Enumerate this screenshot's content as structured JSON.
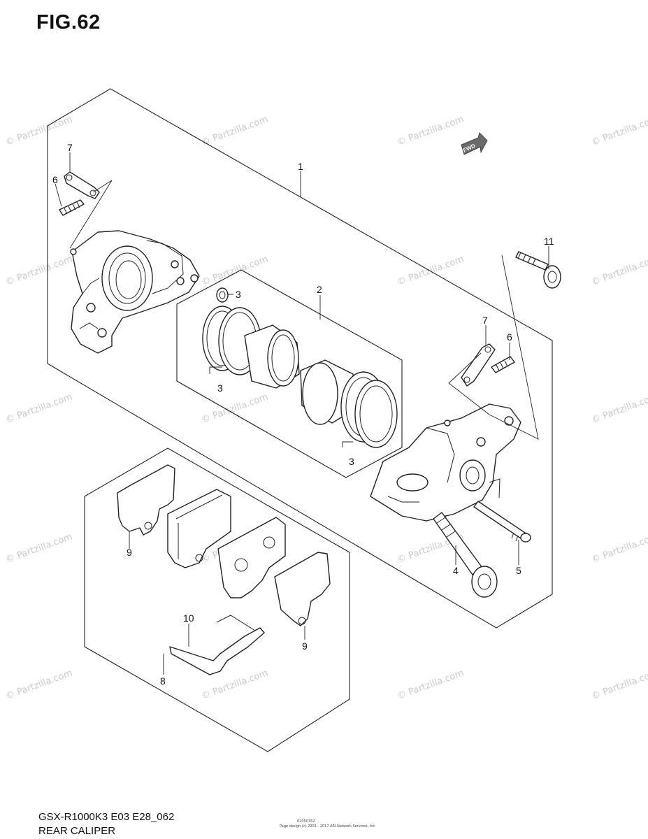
{
  "figure": {
    "title": "FIG.62",
    "model_code": "GSX-R1000K3 E03 E28_062",
    "section_name": "REAR CALIPER",
    "fwd_label": "FWD",
    "small_print_1": "62050762",
    "small_print_2": "Page design (c) 2001 - 2017 ARI Network Services, Inc."
  },
  "watermark": {
    "text": "© Partzilla.com"
  },
  "callouts": {
    "c1": "1",
    "c2": "2",
    "c3a": "3",
    "c3b": "3",
    "c3c": "3",
    "c4": "4",
    "c5": "5",
    "c6a": "6",
    "c6b": "6",
    "c7a": "7",
    "c7b": "7",
    "c8": "8",
    "c9a": "9",
    "c9b": "9",
    "c10": "10",
    "c11": "11"
  }
}
